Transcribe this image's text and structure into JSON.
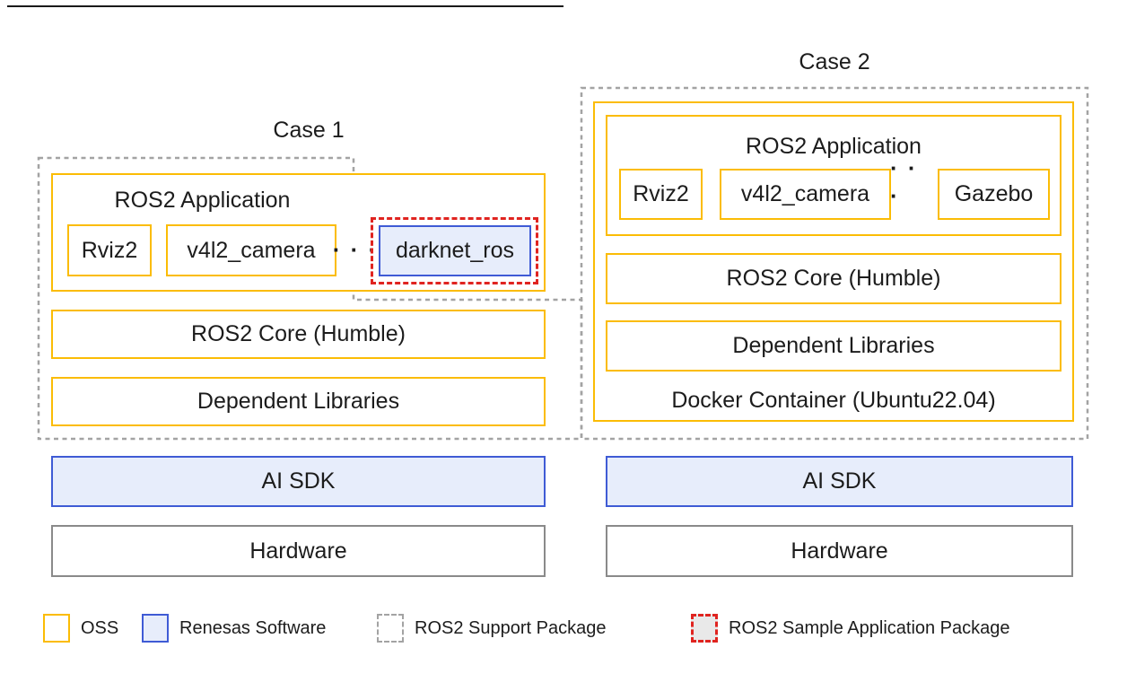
{
  "colors": {
    "yellow": "#FBBC05",
    "blue": "#3F5BD5",
    "blue-fill": "#E7EDFB",
    "gray-dash": "#A3A3A3",
    "gray-border": "#8A8A8A",
    "red": "#E02420",
    "sample-fill": "#E9E9E9",
    "text": "#1c1c1c"
  },
  "case1": {
    "title": "Case 1",
    "app_label": "ROS2 Application",
    "nodes": [
      "Rviz2",
      "v4l2_camera"
    ],
    "dots": "· · ·",
    "sample_node": "darknet_ros",
    "core": "ROS2 Core (Humble)",
    "libs": "Dependent Libraries",
    "sdk": "AI SDK",
    "hardware": "Hardware"
  },
  "case2": {
    "title": "Case 2",
    "app_label": "ROS2 Application",
    "nodes": [
      "Rviz2",
      "v4l2_camera",
      "Gazebo"
    ],
    "dots": "· · ·",
    "core": "ROS2 Core (Humble)",
    "libs": "Dependent Libraries",
    "container": "Docker Container (Ubuntu22.04)",
    "sdk": "AI SDK",
    "hardware": "Hardware"
  },
  "legend": {
    "items": [
      {
        "label": "OSS"
      },
      {
        "label": "Renesas Software"
      },
      {
        "label": "ROS2 Support Package"
      },
      {
        "label": "ROS2 Sample Application Package"
      }
    ]
  }
}
